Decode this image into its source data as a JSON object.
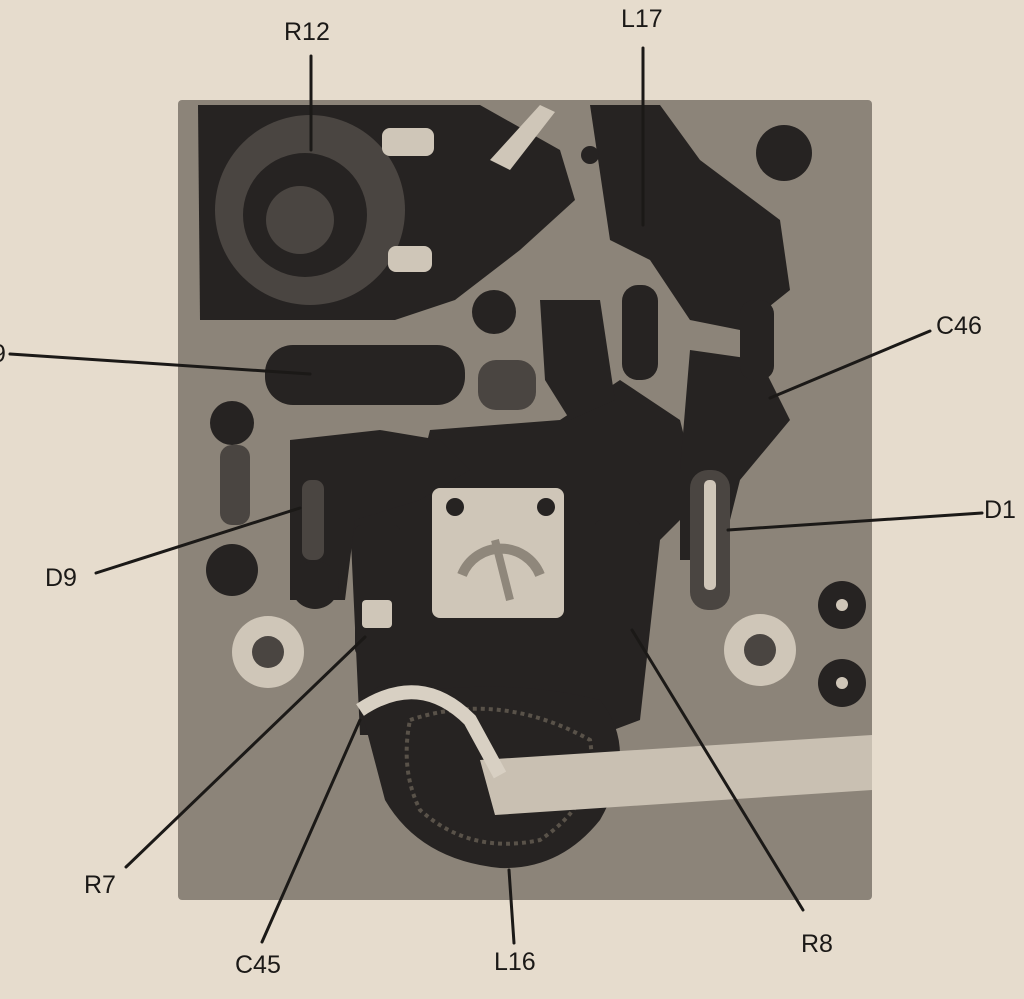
{
  "labels": {
    "r12": "R12",
    "l17": "L17",
    "c46": "C46",
    "r9": "9",
    "d10": "D1",
    "d9": "D9",
    "r7": "R7",
    "c45": "C45",
    "l16": "L16",
    "r8": "R8"
  },
  "colors": {
    "paper": "#e6dccd",
    "board": "#8c8479",
    "copper": "#262322",
    "ink": "#1b1917"
  }
}
